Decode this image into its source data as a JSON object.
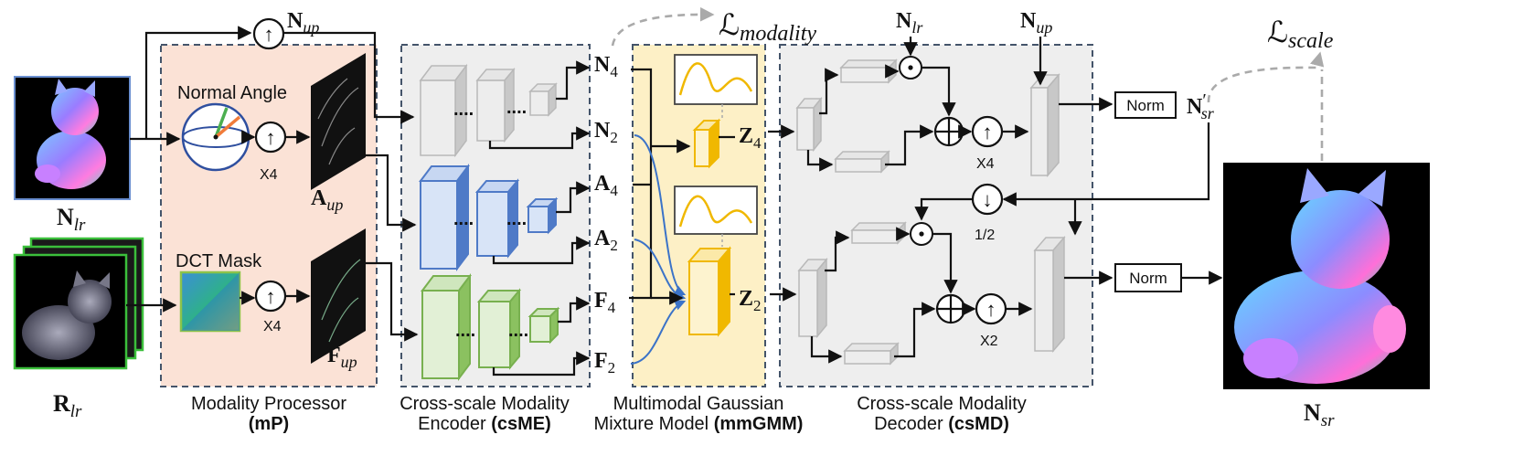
{
  "figure": {
    "labels": {
      "normal_angle": "Normal Angle",
      "dct_mask": "DCT Mask",
      "x4": "X4",
      "x2": "X2",
      "half": "1/2",
      "norm": "Norm",
      "dots": "....",
      "up_arrow": "↑",
      "down_arrow": "↓",
      "plus": "+",
      "dot": "·"
    },
    "math": {
      "N": "N",
      "A": "A",
      "F": "F",
      "R": "R",
      "Z": "Z",
      "sub_up": "up",
      "sub_lr": "lr",
      "sub_sr": "sr",
      "sub_4": "4",
      "sub_2": "2",
      "prime": "′",
      "L": "ℒ",
      "sub_modality": "modality",
      "sub_scale": "scale"
    },
    "sections": {
      "mp": {
        "line1": "Modality Processor",
        "abbr": "(mP)"
      },
      "csme": {
        "line1": "Cross-scale Modality",
        "line2": "Encoder",
        "abbr": "(csME)"
      },
      "mmgmm": {
        "line1": "Multimodal Gaussian",
        "line2": "Mixture Model",
        "abbr": "(mmGMM)"
      },
      "csmd": {
        "line1": "Cross-scale Modality",
        "line2": "Decoder",
        "abbr": "(csMD)"
      }
    },
    "colors": {
      "mp_bg": "#fbe2d6",
      "csme_bg": "#eeeeee",
      "mmgmm_bg": "#fdf0c6",
      "csmd_bg": "#eeeeee",
      "gray_block": "#cfcfcf",
      "blue_block": "#4f7ac7",
      "green_block": "#78b04f",
      "gold": "#f0b800",
      "curve_blue": "#3b73c8"
    }
  }
}
